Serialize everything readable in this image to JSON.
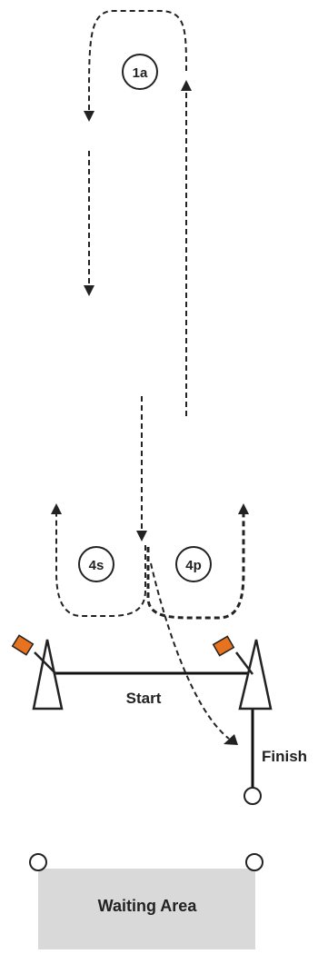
{
  "diagram": {
    "labels": {
      "circle_1a": "1a",
      "circle_4s": "4s",
      "circle_4p": "4p",
      "start": "Start",
      "finish": "Finish",
      "waiting_area": "Waiting Area"
    },
    "colors": {
      "flag": "#e8731f",
      "waiting_area_fill": "#d9d9d9",
      "line": "#222222",
      "background": "#ffffff"
    }
  }
}
